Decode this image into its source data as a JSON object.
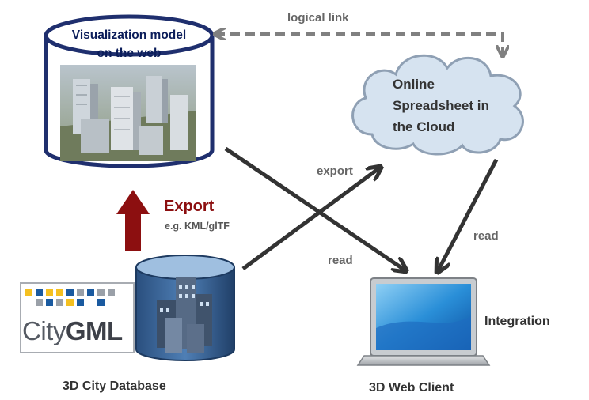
{
  "viz_model": {
    "line1": "Visualization model",
    "line2": "on the web"
  },
  "cloud": {
    "line1": "Online",
    "line2": "Spreadsheet in",
    "line3": "the Cloud"
  },
  "labels": {
    "logical_link": "logical link",
    "export_arrow": "export",
    "read_left": "read",
    "read_right": "read",
    "export_big": "Export",
    "export_formats": "e.g. KML/glTF",
    "integration": "Integration"
  },
  "citygml_logo": {
    "prefix": "City",
    "suffix": "GML"
  },
  "database_caption": "3D City Database",
  "client_caption": "3D Web Client",
  "colors": {
    "navy": "#1f2f6e",
    "export_red": "#8c0f10",
    "arrow_dark": "#333333",
    "cloud_fill": "#d6e3f0",
    "dashed_link": "#808080"
  },
  "icons": [
    "cylinder-icon",
    "city-model-image",
    "cloud-icon",
    "database-icon",
    "laptop-icon",
    "citygml-logo"
  ]
}
